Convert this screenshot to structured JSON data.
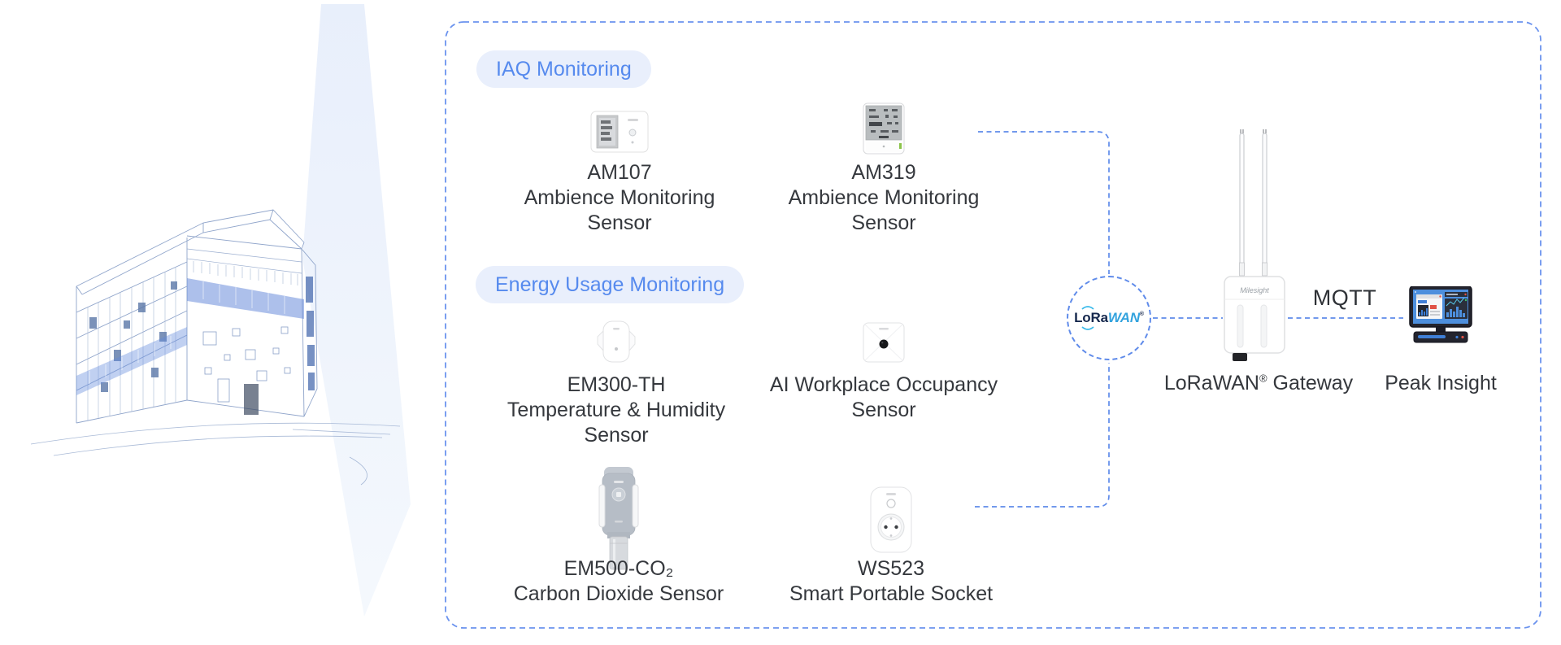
{
  "sections": [
    {
      "label": "IAQ Monitoring"
    },
    {
      "label": "Energy Usage Monitoring"
    }
  ],
  "sensors": [
    {
      "lines": [
        "AM107",
        "Ambience Monitoring",
        "Sensor"
      ]
    },
    {
      "lines": [
        "AM319",
        "Ambience Monitoring",
        "Sensor"
      ]
    },
    {
      "lines": [
        "EM300-TH",
        "Temperature & Humidity",
        "Sensor"
      ]
    },
    {
      "lines": [
        "AI Workplace Occupancy",
        "Sensor"
      ]
    },
    {
      "lines": [
        "EM500-CO₂",
        "Carbon Dioxide Sensor"
      ]
    },
    {
      "lines": [
        "WS523",
        "Smart Portable Socket"
      ]
    }
  ],
  "hub": {
    "logo_lo": "Lo",
    "logo_ra": "Ra",
    "logo_wan": "WAN",
    "logo_reg": "®"
  },
  "gateway": {
    "brand": "Milesight",
    "label_name": "LoRaWAN",
    "label_reg": "®",
    "label_rest": " Gateway"
  },
  "link": {
    "protocol": "MQTT"
  },
  "platform": {
    "label": "Peak Insight"
  },
  "colors": {
    "accent_dashed": "#5f8bea",
    "pill_bg": "#e9effc",
    "pill_text": "#568aee",
    "label_text": "#35383d",
    "lora_navy": "#16284d",
    "lora_blue": "#33a3de",
    "band_blue": "#5b82d8"
  }
}
